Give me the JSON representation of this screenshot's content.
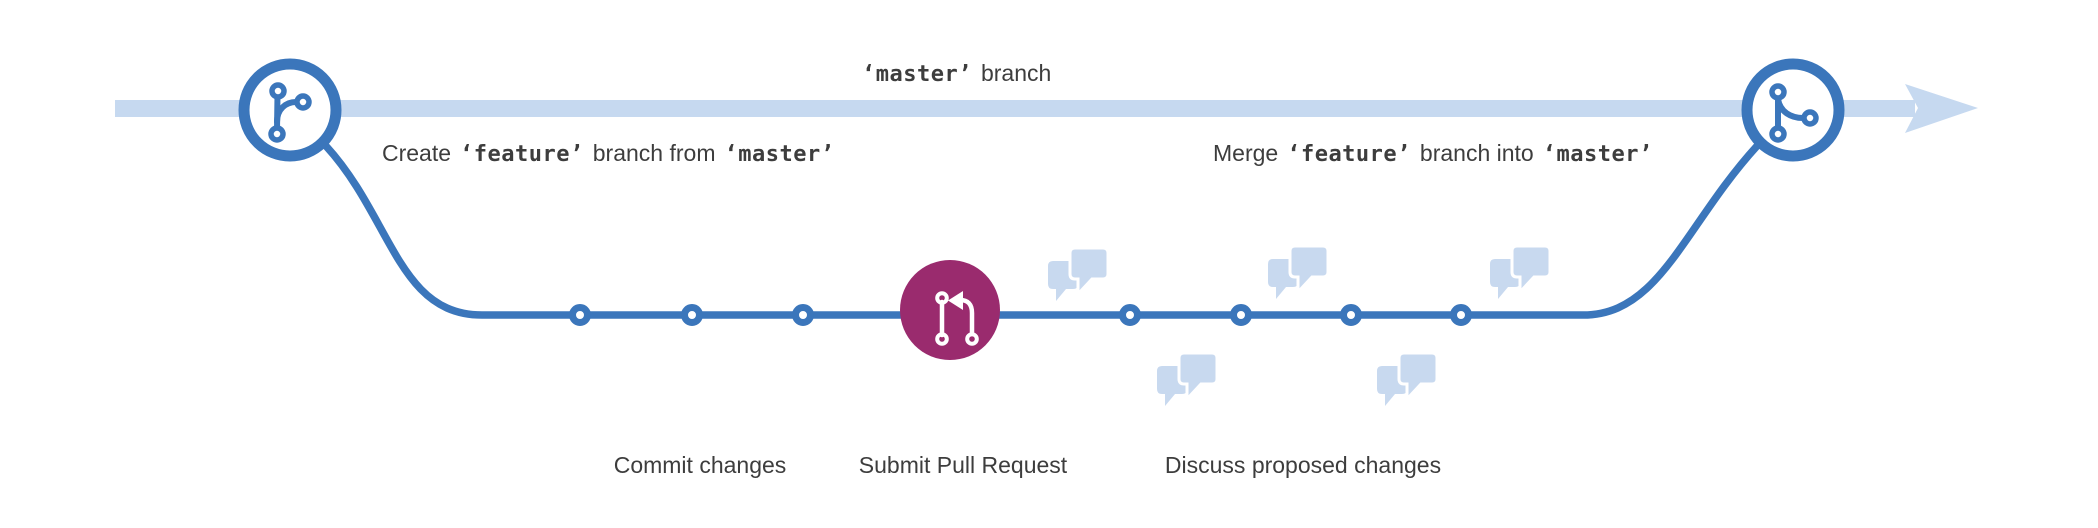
{
  "colors": {
    "blue": "#3b76bb",
    "light_blue": "#c6d9f0",
    "magenta": "#9a2b6e",
    "bubble": "#c8d9ef",
    "text": "#3d3d3d"
  },
  "master_label": {
    "code": "‘master’",
    "text": "branch"
  },
  "create_label": {
    "action": "Create",
    "feature": "‘feature’",
    "connector": "branch from",
    "target": "‘master’"
  },
  "merge_label": {
    "action": "Merge",
    "feature": "‘feature’",
    "connector": "branch into",
    "target": "‘master’"
  },
  "step_labels": {
    "commit": "Commit changes",
    "pull_request": "Submit Pull Request",
    "discuss": "Discuss proposed changes"
  },
  "diagram": {
    "commits_before_pull_request": 3,
    "commits_after_pull_request": 4,
    "discussion_bubble_groups": 5
  }
}
